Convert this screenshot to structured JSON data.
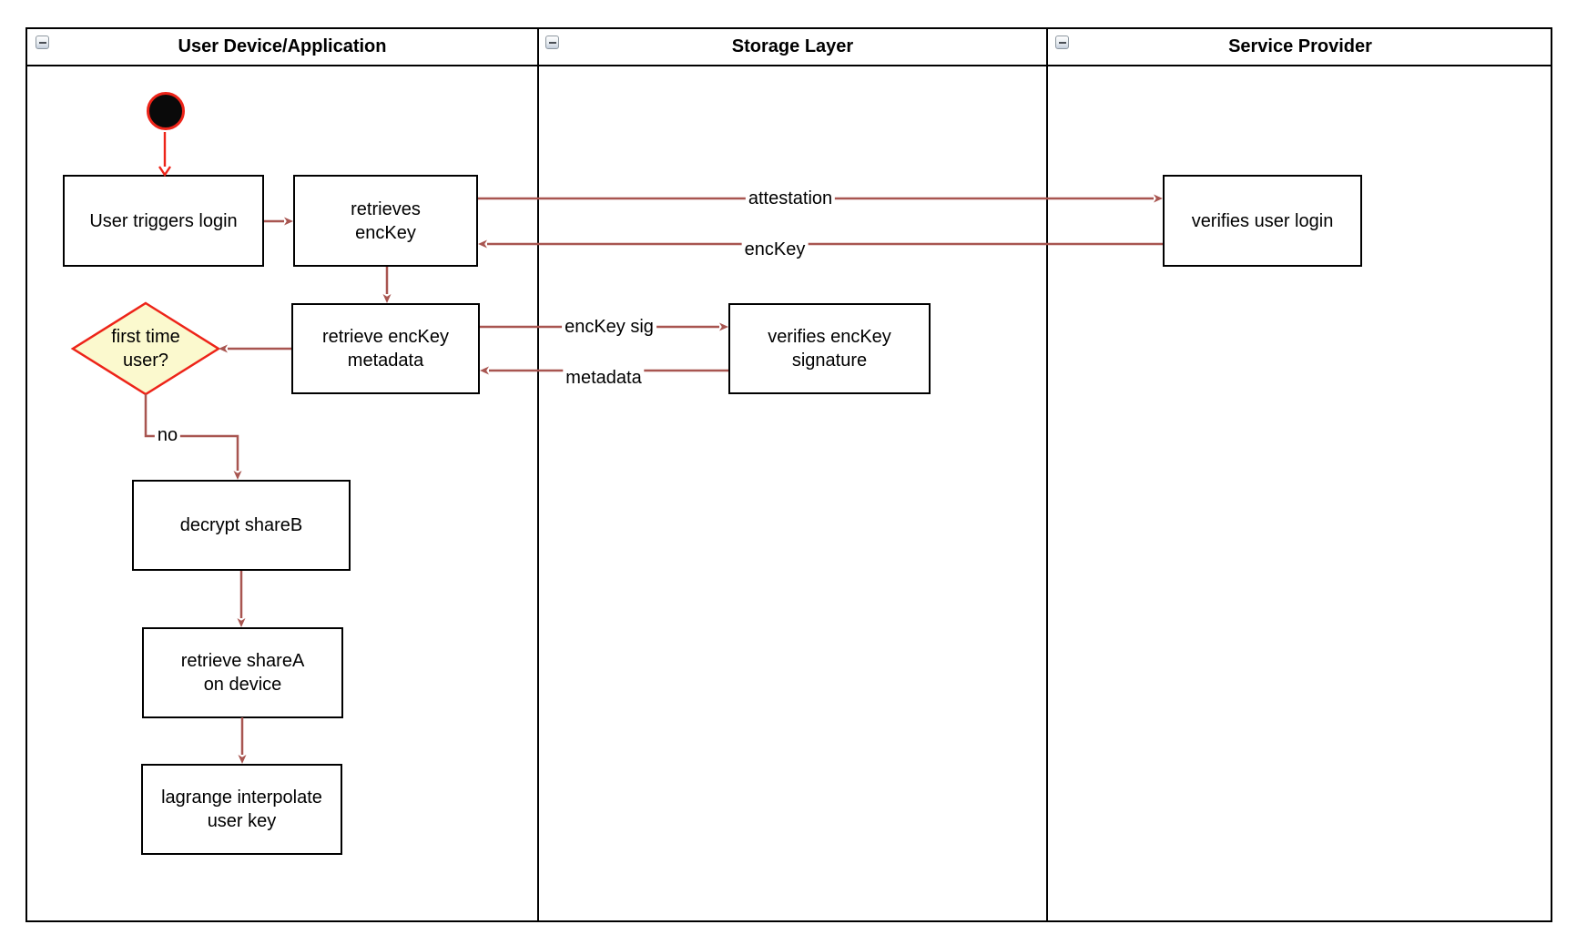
{
  "lanes": [
    {
      "title": "User Device/Application"
    },
    {
      "title": "Storage Layer"
    },
    {
      "title": "Service Provider"
    }
  ],
  "nodes": {
    "start": {
      "type": "initial-state"
    },
    "user_triggers_login": {
      "label": "User triggers login"
    },
    "retrieves_enckey": {
      "label": "retrieves\nencKey"
    },
    "verifies_user_login": {
      "label": "verifies user login"
    },
    "retrieve_enckey_metadata": {
      "label": "retrieve encKey\nmetadata"
    },
    "first_time_user": {
      "label": "first time\nuser?"
    },
    "verifies_enckey_signature": {
      "label": "verifies encKey\nsignature"
    },
    "decrypt_shareb": {
      "label": "decrypt shareB"
    },
    "retrieve_sharea_on_device": {
      "label": "retrieve shareA\non device"
    },
    "lagrange_interpolate_user_key": {
      "label": "lagrange interpolate\nuser key"
    }
  },
  "edges": {
    "attestation": {
      "label": "attestation"
    },
    "enckey": {
      "label": "encKey"
    },
    "enckey_sig": {
      "label": "encKey sig"
    },
    "metadata": {
      "label": "metadata"
    },
    "no": {
      "label": "no"
    }
  },
  "colors": {
    "connector": "#A85550",
    "accent_red": "#ED2419",
    "decision_fill": "#FBF9CE",
    "shape_stroke": "#000000"
  }
}
